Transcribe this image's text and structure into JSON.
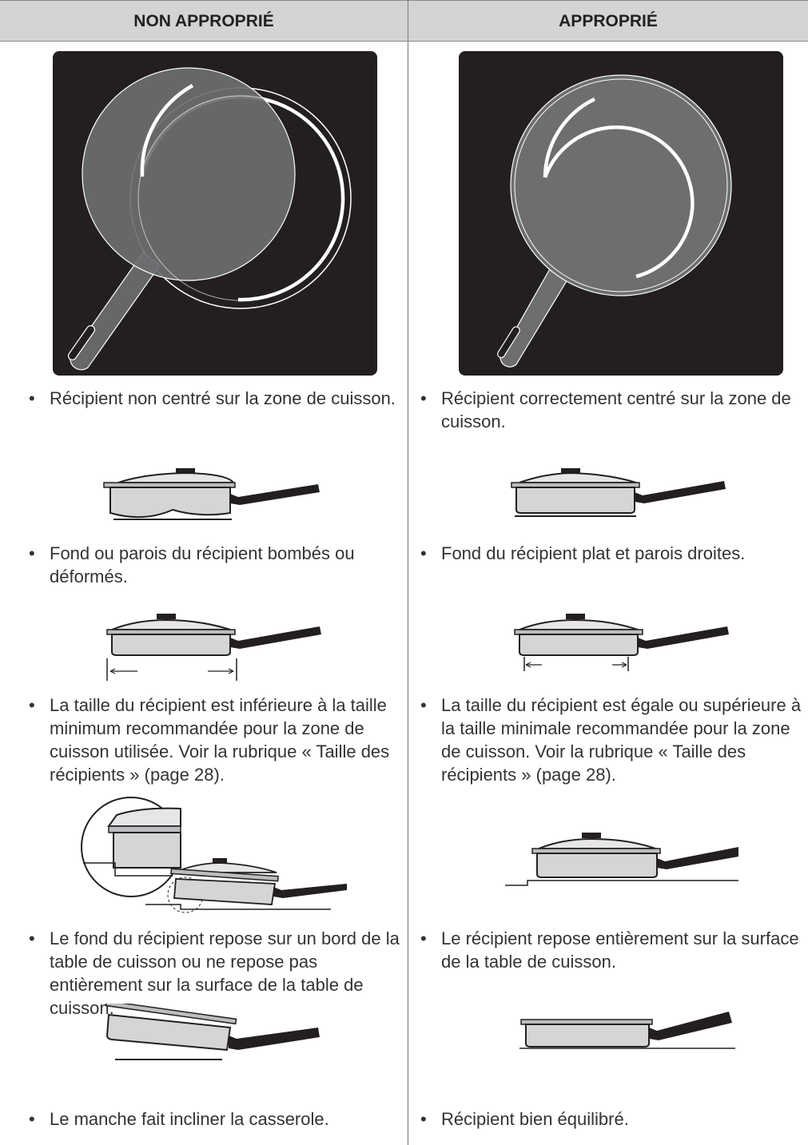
{
  "header": {
    "left": "NON APPROPRIÉ",
    "right": "APPROPRIÉ"
  },
  "bullet_glyph": "•",
  "left": {
    "b1": "Récipient non centré sur la zone de cuisson.",
    "b2": "Fond ou parois du récipient bombés ou déformés.",
    "b3": "La taille du récipient est inférieure à la taille minimum recommandée pour la zone de cuisson utilisée. Voir la rubrique « Taille des récipients » (page 28).",
    "b4": "Le fond du récipient repose sur un bord de la table de cuisson ou ne repose pas entièrement sur la surface de la table de cuisson.",
    "b5": "Le manche fait incliner la casserole."
  },
  "right": {
    "b1": "Récipient correctement centré sur la zone de cuisson.",
    "b2": "Fond du récipient plat et parois droites.",
    "b3": "La taille du récipient est égale ou supérieure à la taille minimale recommandée pour la zone de cuisson. Voir la rubrique « Taille des récipients » (page 28).",
    "b4": "Le récipient repose entièrement sur la surface de la table de cuisson.",
    "b5": "Récipient bien équilibré."
  }
}
